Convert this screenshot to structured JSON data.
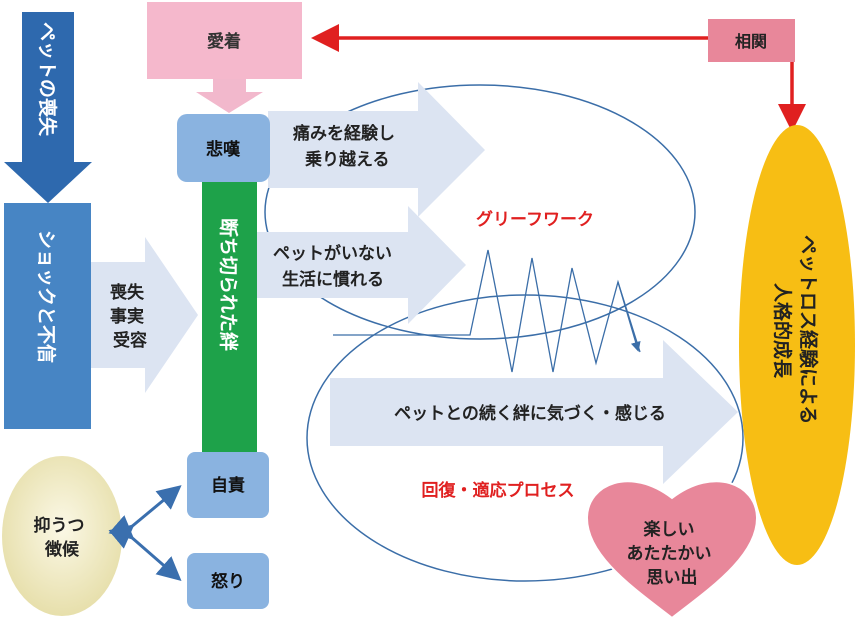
{
  "nodes": {
    "attachment": "愛着",
    "correlation": "相関",
    "pet_loss": "ペットの喪失",
    "shock": "ショックと不信",
    "acceptance": [
      "喪失",
      "事実",
      "受容"
    ],
    "grief": "悲嘆",
    "severed_bond": "断ち切られた絆",
    "self_blame": "自責",
    "anger": "怒り",
    "depression": [
      "抑うつ",
      "徴候"
    ],
    "pain": [
      "痛みを経験し",
      "乗り越える"
    ],
    "life_without_pet": [
      "ペットがいない",
      "生活に慣れる"
    ],
    "grief_work": "グリーフワーク",
    "continuing_bond": "ペットとの続く絆に気づく・感じる",
    "recovery": "回復・適応プロセス",
    "memories": [
      "楽しい",
      "あたたかい",
      "思い出"
    ],
    "growth": [
      "ペットロス経験による",
      "人格的成長"
    ]
  },
  "colors": {
    "pink_box": "#F5B8CC",
    "pink_arrow": "#F2B8CC",
    "red_arrow": "#E02020",
    "correlation_box": "#E8879A",
    "dark_blue_arrow": "#2E69AE",
    "blue_box": "#4785C4",
    "light_blue_box": "#8AB3E0",
    "green_bar": "#1EA24A",
    "pale_arrow": "#DCE4F2",
    "cream": "#F2EDC5",
    "yellow": "#F7BE14",
    "heart": "#E8879A",
    "label_red": "#E02020"
  }
}
